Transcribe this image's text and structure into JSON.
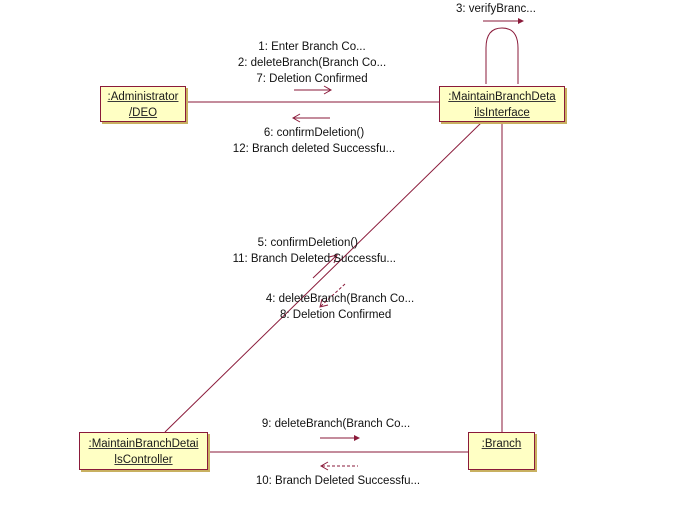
{
  "objects": {
    "administrator": [
      "Administrator",
      "/DEO"
    ],
    "interface": [
      "MaintainBranchDeta",
      "ilsInterface"
    ],
    "controller": [
      "MaintainBranchDetai",
      "lsController"
    ],
    "branch": "Branch"
  },
  "messages": {
    "self_verify": "3: verifyBranc...",
    "admin_to_interface": [
      "1: Enter Branch Co...",
      "2: deleteBranch(Branch Co...",
      "7: Deletion Confirmed"
    ],
    "interface_to_admin": [
      "6: confirmDeletion()",
      "12: Branch deleted Successfu..."
    ],
    "controller_to_interface": [
      "5: confirmDeletion()",
      "11: Branch Deleted Successfu..."
    ],
    "interface_to_controller": [
      "4: deleteBranch(Branch Co...",
      "8: Deletion Confirmed"
    ],
    "controller_to_branch": "9: deleteBranch(Branch Co...",
    "branch_to_controller": "10: Branch Deleted Successfu..."
  }
}
